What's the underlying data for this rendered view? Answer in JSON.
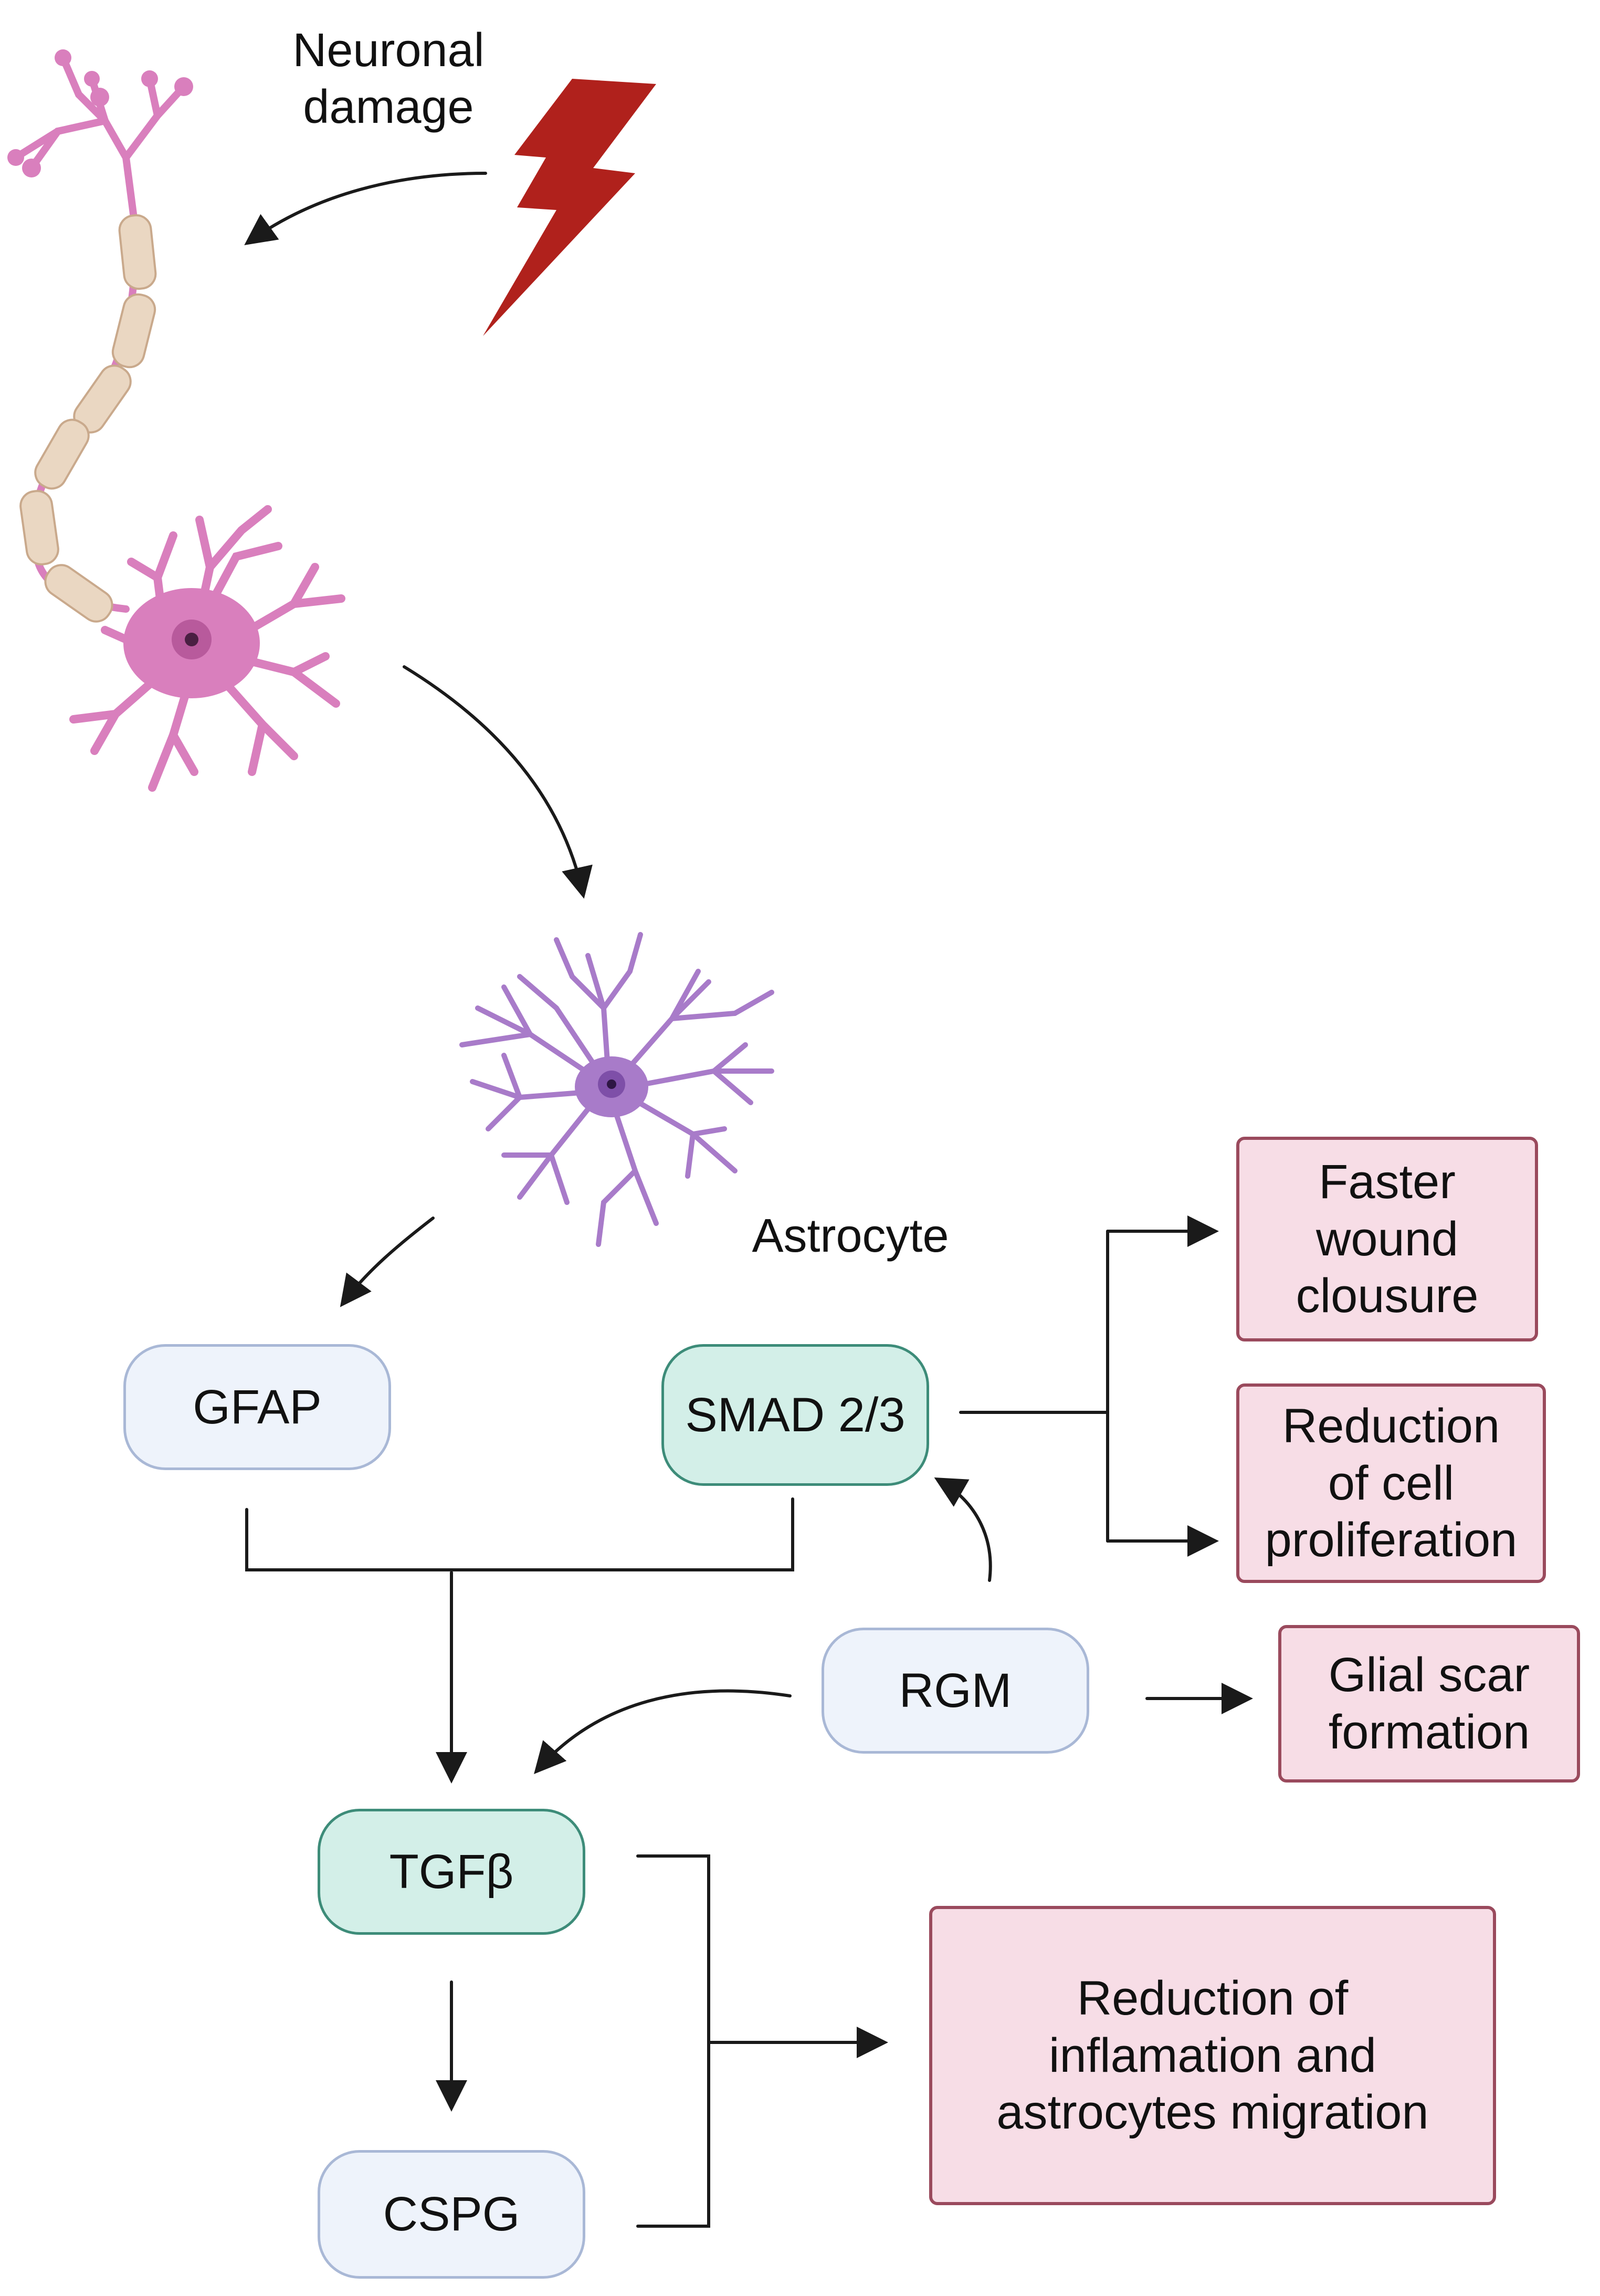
{
  "labels": {
    "neuronal_damage": [
      "Neuronal",
      "damage"
    ],
    "astrocyte": "Astrocyte"
  },
  "nodes": {
    "gfap": "GFAP",
    "smad": "SMAD 2/3",
    "rgm": "RGM",
    "tgfb": "TGFβ",
    "cspg": "CSPG"
  },
  "outcomes": {
    "wound": [
      "Faster",
      "wound",
      "clousure"
    ],
    "proliferation": [
      "Reduction",
      "of cell",
      "proliferation"
    ],
    "scar": [
      "Glial scar",
      "formation"
    ],
    "inflammation": [
      "Reduction of",
      "inflamation and",
      "astrocytes migration"
    ]
  },
  "colors": {
    "neuron": "#d97fbd",
    "myelin": "#ead7c2",
    "astrocyte": "#a87bc9",
    "lightning": "#b0211c",
    "arrow": "#1a1a1a"
  }
}
